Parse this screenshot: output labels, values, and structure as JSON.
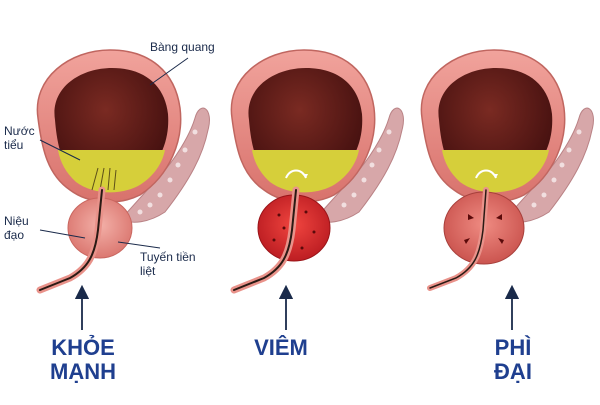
{
  "labels": {
    "bladder": "Bàng quang",
    "urine": "Nước tiểu",
    "urethra": "Niệu đạo",
    "prostate": "Tuyến tiền liệt"
  },
  "states": [
    {
      "caption_line1": "KHỎE",
      "caption_line2": "MẠNH",
      "condition": "healthy"
    },
    {
      "caption_line1": "VIÊM",
      "caption_line2": "",
      "condition": "inflamed"
    },
    {
      "caption_line1": "PHÌ",
      "caption_line2": "ĐẠI",
      "condition": "enlarged"
    }
  ],
  "colors": {
    "bladder_wall": "#e98e8a",
    "bladder_inner": "#5a1a1a",
    "urine": "#d6cf3a",
    "prostate_healthy": "#e9928a",
    "prostate_inflamed": "#d8242a",
    "prostate_enlarged": "#e0605a",
    "caption": "#1f3f8f",
    "seminal": "#d7a7a9"
  }
}
